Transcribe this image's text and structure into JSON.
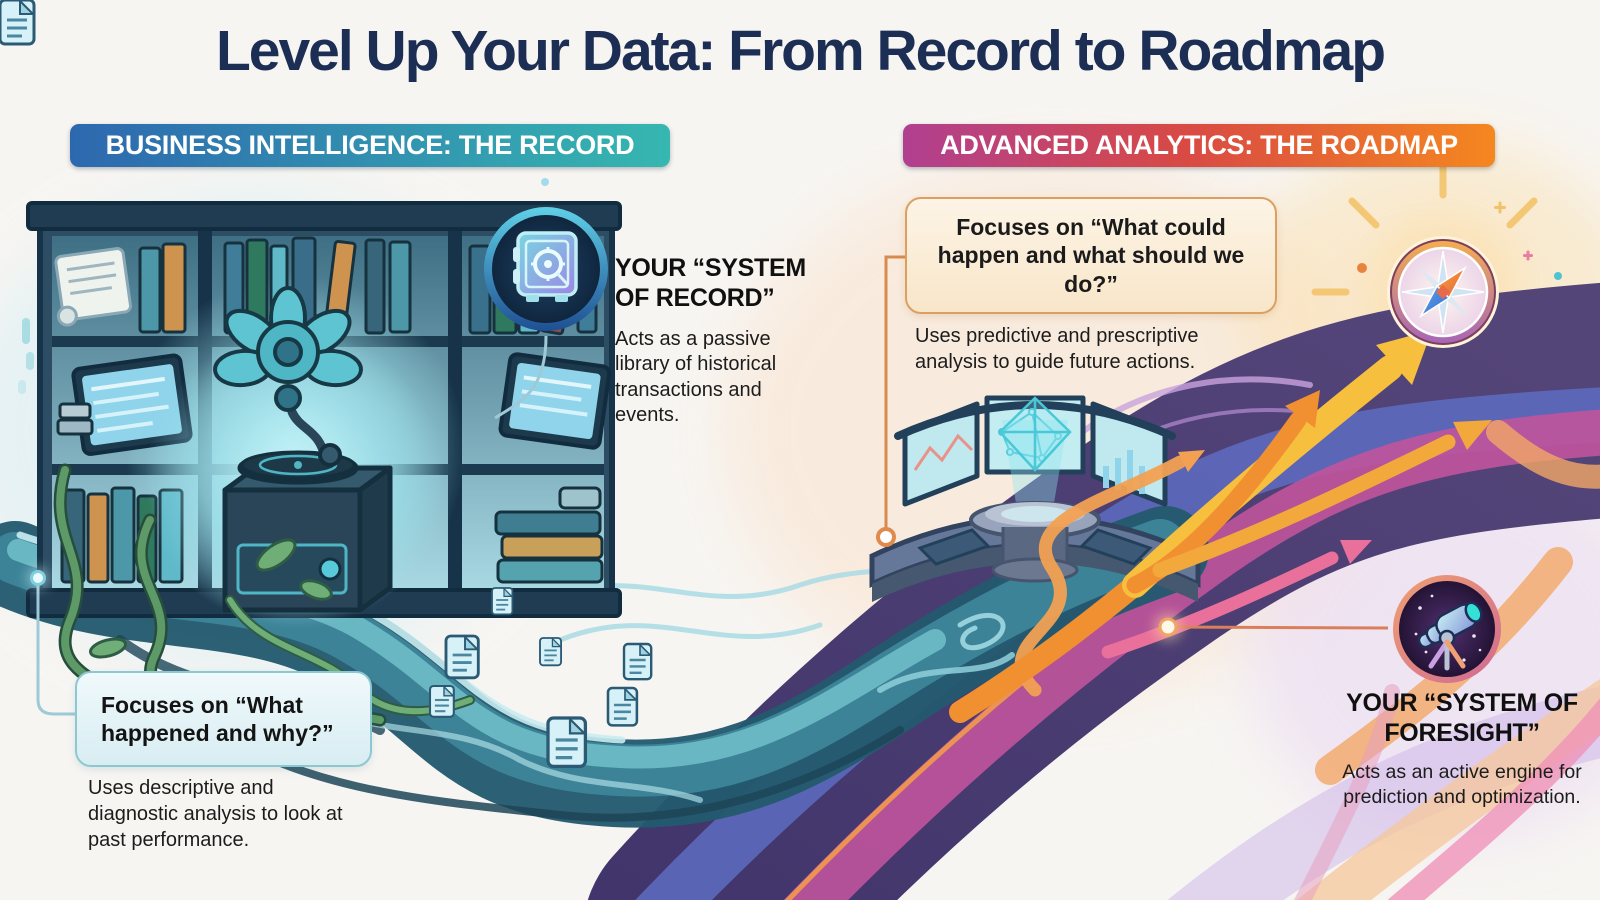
{
  "title": "Level Up Your Data: From Record to Roadmap",
  "bi": {
    "banner": "BUSINESS INTELLIGENCE: THE RECORD",
    "system": {
      "heading": "YOUR “SYSTEM OF RECORD”",
      "body": "Acts as a passive library of historical transactions and events."
    },
    "callout": {
      "heading": "Focuses on “What happened and why?”",
      "body": "Uses descriptive and diagnostic analysis to look at past performance."
    },
    "icons": {
      "vault": "vault-safe-icon",
      "library": "bookshelf-illustration",
      "gramophone": "gramophone-illustration",
      "documents": "document-icon",
      "stream": "data-stream-illustration"
    }
  },
  "aa": {
    "banner": "ADVANCED ANALYTICS: THE ROADMAP",
    "callout": {
      "heading": "Focuses on “What could happen and what should we do?”",
      "body": "Uses predictive and prescriptive analysis to guide future actions."
    },
    "system": {
      "heading": "YOUR “SYSTEM OF FORESIGHT”",
      "body": "Acts as an active engine for prediction and optimization."
    },
    "icons": {
      "compass": "compass-icon",
      "telescope": "telescope-icon",
      "console": "command-console-illustration",
      "arrows": "branching-roadmap-arrows"
    }
  },
  "colors": {
    "background": "#f7f5f2",
    "title_text": "#1d2e55",
    "bi_banner_start": "#2d68af",
    "bi_banner_end": "#36b7b0",
    "aa_banner_start": "#b03f90",
    "aa_banner_end": "#f5871f",
    "stream_teal": "#3d8398",
    "road_purple": "#4a3b72",
    "arrow_yellow": "#f7bf3e",
    "arrow_orange": "#f09030",
    "arrow_pink": "#e8709a"
  }
}
